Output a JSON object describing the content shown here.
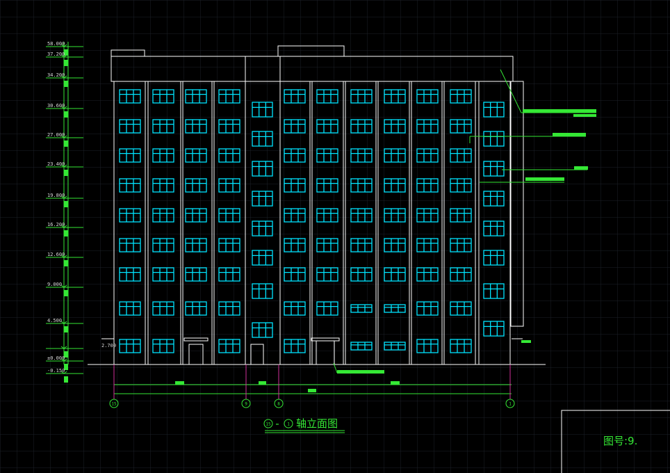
{
  "drawing": {
    "title_axis_start": "15",
    "title_axis_end": "1",
    "title_text": "轴立面图",
    "title_dash": "-",
    "figure_number": "图号:9.",
    "background": "#000000",
    "line_color": "#ffffff",
    "window_color": "#00e5ff",
    "dim_color": "#35e835",
    "grid_color": "#1a1f26"
  },
  "levels": [
    "58.000",
    "37.200",
    "34.200",
    "30.600",
    "27.000",
    "23.400",
    "19.800",
    "16.200",
    "12.600",
    "9.000",
    "4.500",
    "2.700",
    "±0.000",
    "-0.150"
  ],
  "axes": [
    "15",
    "9",
    "8",
    "1"
  ]
}
